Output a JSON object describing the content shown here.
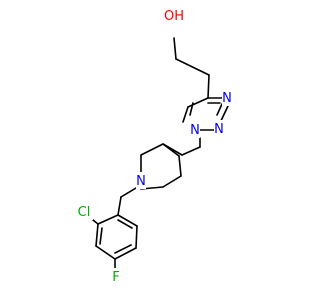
{
  "colors": {
    "bond": "#000000",
    "carbon": "#000000",
    "oxygen": "#ff0000",
    "nitrogen": "#0000ff",
    "chlorine": "#00b000",
    "fluorine": "#00b000"
  },
  "atom_labels": {
    "hydroxyl": "OH",
    "triazole_n1": "N",
    "triazole_n2": "N",
    "triazole_n3": "N",
    "piperidine_n": "N",
    "chlorine": "Cl",
    "fluorine": "F"
  }
}
